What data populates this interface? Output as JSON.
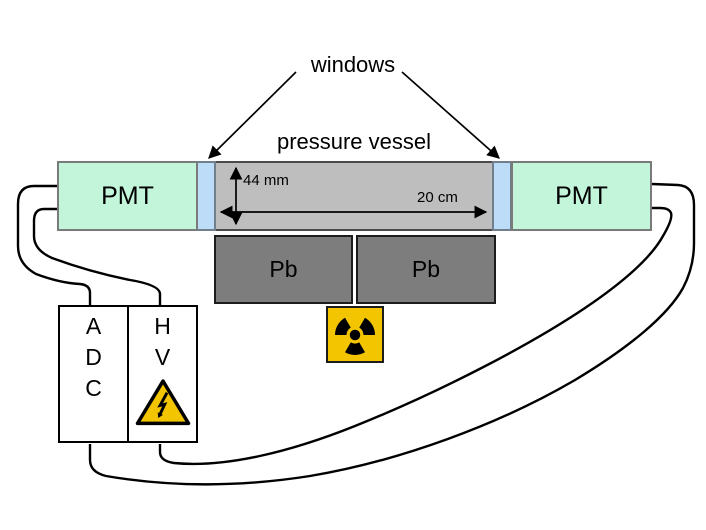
{
  "labels": {
    "windows": "windows",
    "pressure_vessel": "pressure vessel",
    "pmt_left": "PMT",
    "pmt_right": "PMT",
    "dim_height": "44 mm",
    "dim_length": "20 cm",
    "pb_left": "Pb",
    "pb_right": "Pb"
  },
  "adc_module": {
    "letters": [
      "A",
      "D",
      "C"
    ]
  },
  "hv_module": {
    "letters": [
      "H",
      "V"
    ]
  },
  "icons": {
    "radiation_source": "radiation-trefoil-icon",
    "high_voltage": "high-voltage-warning-icon"
  },
  "colors": {
    "pmt_fill": "#c2f5da",
    "window_fill": "#bcdcf7",
    "vessel_fill": "#bebebe",
    "pb_fill": "#7d7d7d",
    "warning_yellow": "#f2c500",
    "outline": "#000000"
  }
}
